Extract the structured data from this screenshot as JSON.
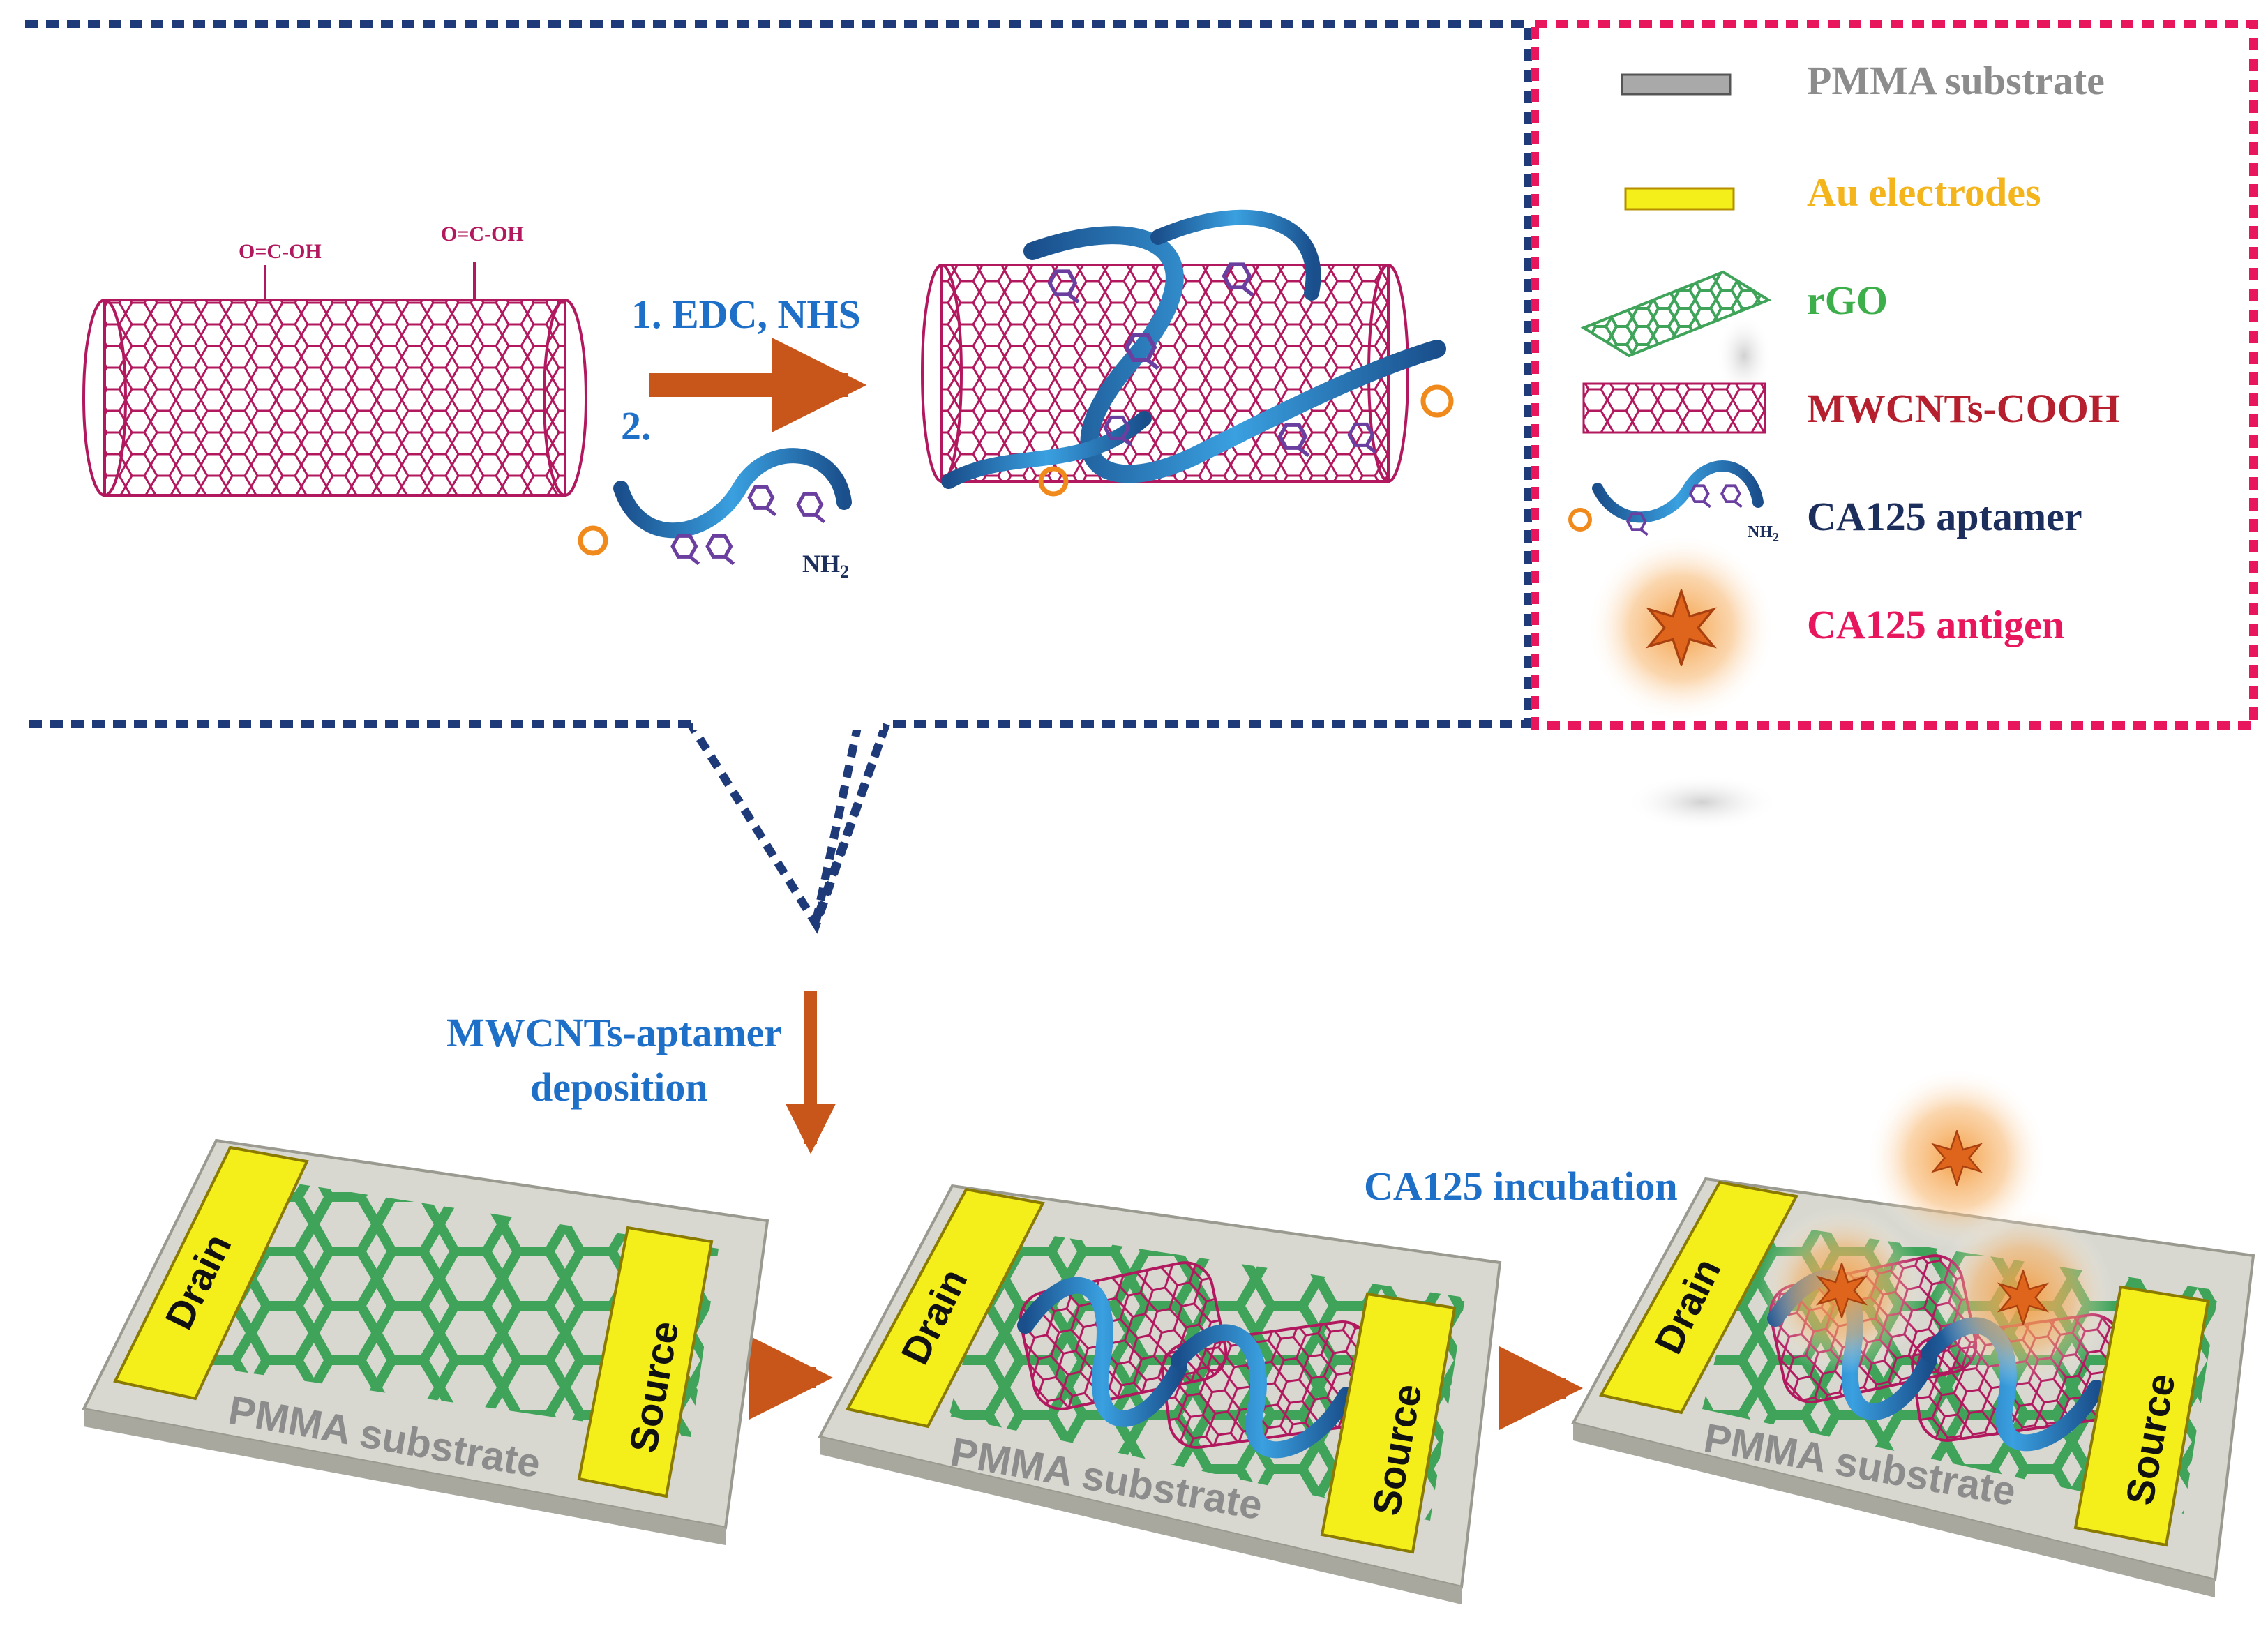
{
  "colors": {
    "blue_frame": "#1f3a78",
    "pink_frame": "#e8175d",
    "step_text": "#1d6fc7",
    "arrow": "#c8561a",
    "nanotube": "#b2185e",
    "graphene": "#3fa35a",
    "electrode": "#f4ee1a",
    "substrate": "#d8d8d0",
    "aptamer": "#2e86c8",
    "antigen": "#e0651c"
  },
  "icons": [
    "nanotube-icon",
    "aptamer-icon",
    "graphene-icon",
    "electrode-icon",
    "substrate-icon",
    "antigen-star-icon"
  ],
  "scheme": {
    "cooh_label_1": "O=C-OH",
    "cooh_label_2": "O=C-OH",
    "step1": "1. EDC, NHS",
    "step2": "2.",
    "nh2_label": "NH",
    "nh2_sub": "2"
  },
  "legend": {
    "items": [
      {
        "label": "PMMA substrate",
        "color": "#8c8c8c"
      },
      {
        "label": "Au electrodes",
        "color": "#f3b41c"
      },
      {
        "label": "rGO",
        "color": "#3cae4a"
      },
      {
        "label": "MWCNTs-COOH",
        "color": "#b51f2e"
      },
      {
        "label": "CA125 aptamer",
        "color": "#1c2e5c"
      },
      {
        "label": "CA125 antigen",
        "color": "#e8175d"
      }
    ],
    "aptamer_nh2": "NH",
    "aptamer_nh2_sub": "2"
  },
  "process": {
    "deposition_line1": "MWCNTs-aptamer",
    "deposition_line2": "deposition",
    "incubation": "CA125 incubation"
  },
  "device": {
    "drain": "Drain",
    "source": "Source",
    "substrate": "PMMA substrate"
  }
}
